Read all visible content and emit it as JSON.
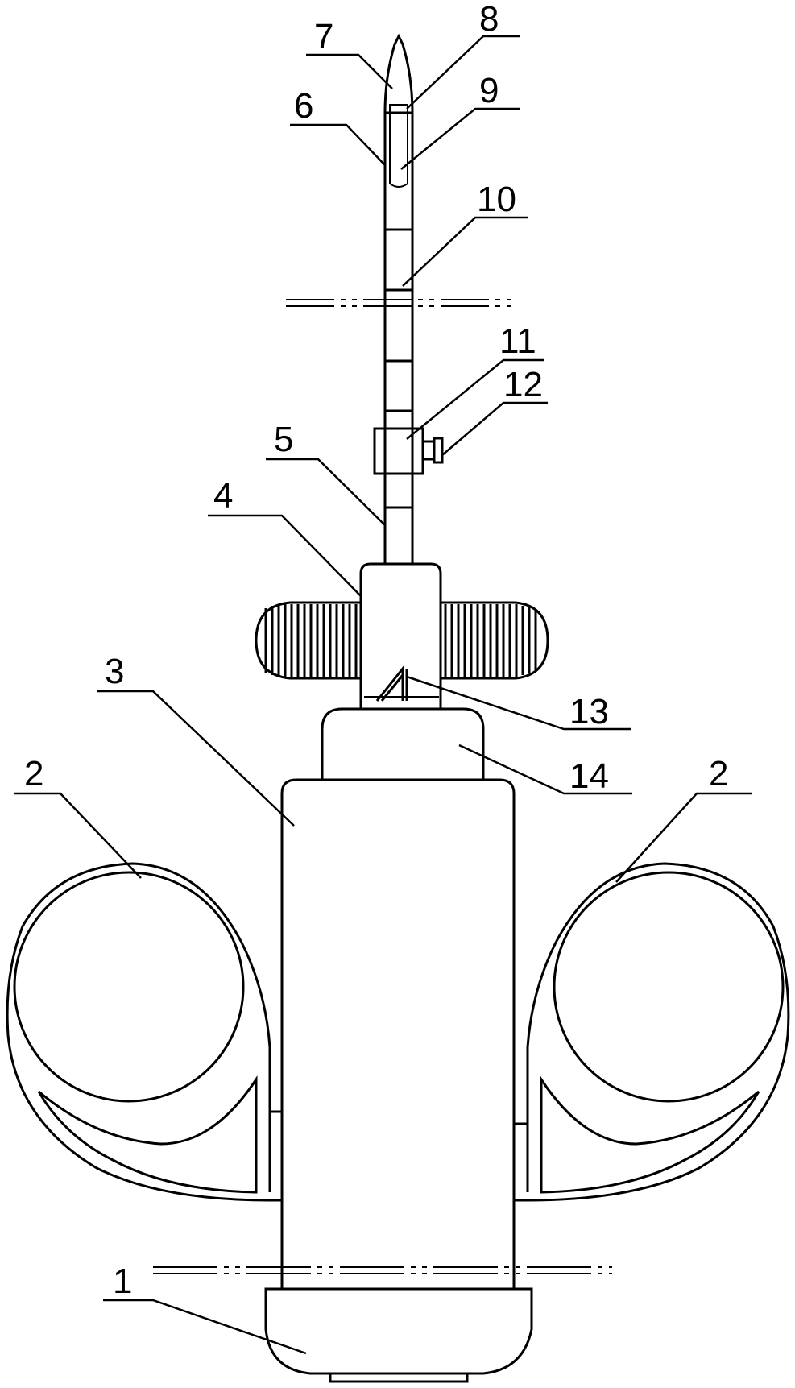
{
  "labels": {
    "l1": "1",
    "l2_left": "2",
    "l2_right": "2",
    "l3": "3",
    "l4": "4",
    "l5": "5",
    "l6": "6",
    "l7": "7",
    "l8": "8",
    "l9": "9",
    "l10": "10",
    "l11": "11",
    "l12": "12",
    "l13": "13",
    "l14": "14"
  }
}
